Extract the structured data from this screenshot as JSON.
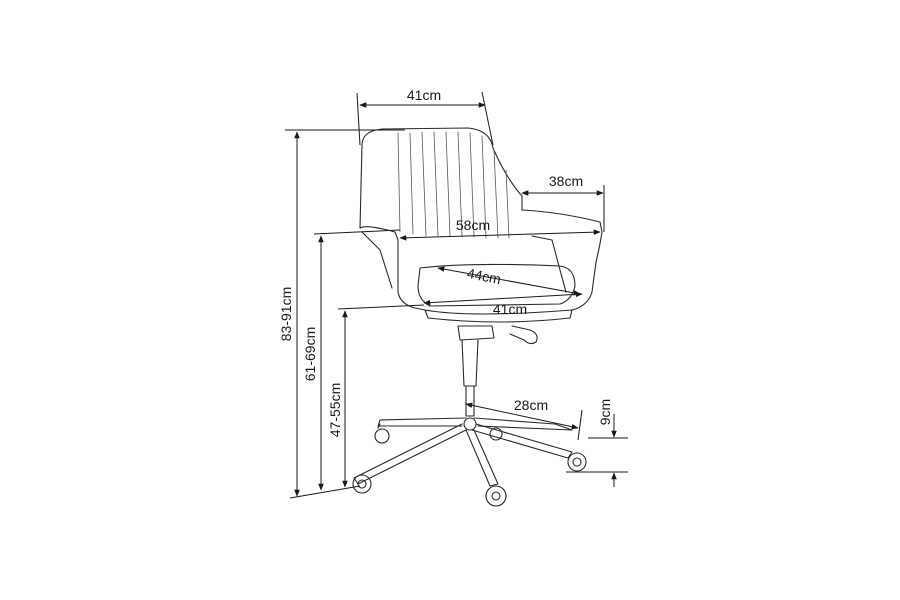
{
  "dimensions": {
    "backrest_width": "41cm",
    "armrest_depth": "38cm",
    "overall_width": "58cm",
    "seat_depth": "44cm",
    "seat_width": "41cm",
    "base_radius": "28cm",
    "caster_height": "9cm",
    "overall_height": "83-91cm",
    "armrest_height": "61-69cm",
    "seat_height": "47-55cm"
  }
}
